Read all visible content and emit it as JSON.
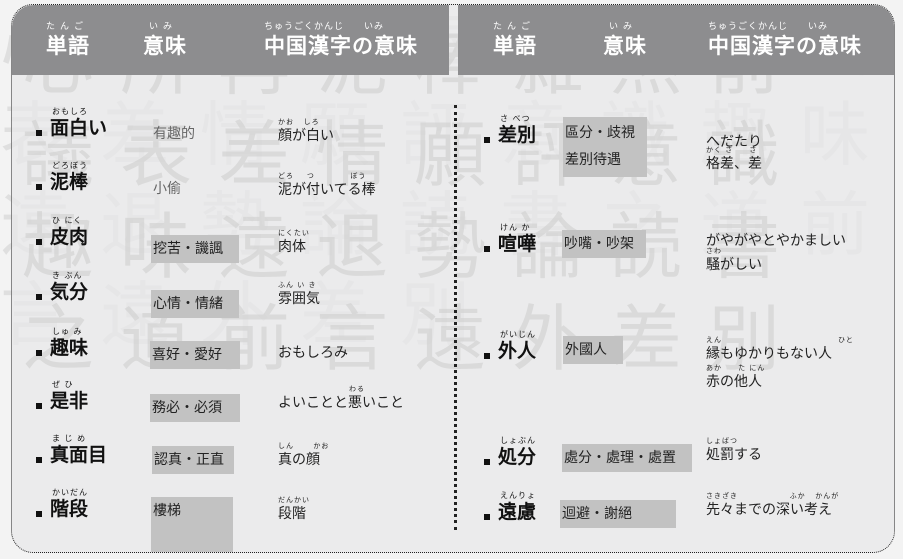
{
  "headers": {
    "word": {
      "ruby": "たんご",
      "label": "単語"
    },
    "meaning": {
      "ruby": "いみ",
      "label": "意味"
    },
    "chinese_meaning": {
      "ruby": "ちゅうごくかんじ　　いみ",
      "label": "中国漢字の意味"
    }
  },
  "colors": {
    "header_bg": "#8d8d8f",
    "highlight_bg": "#c2c2c2",
    "card_bg": "#e8e8e9"
  },
  "left_rows": [
    {
      "word": "面白い",
      "word_ruby": "おもしろ",
      "meaning": "有趣的",
      "highlighted": false,
      "cn_lines": [
        {
          "ruby": "かお   しろ",
          "text": "顔が白い"
        }
      ]
    },
    {
      "word": "泥棒",
      "word_ruby": "どろぼう",
      "meaning": "小偷",
      "highlighted": false,
      "cn_lines": [
        {
          "ruby": "どろ    つ           ぼう",
          "text": "泥が付いてる棒"
        }
      ]
    },
    {
      "word": "皮肉",
      "word_ruby": "ひ にく",
      "meaning": "挖苦・譏諷",
      "highlighted": true,
      "cn_lines": [
        {
          "ruby": "にくたい",
          "text": "肉体"
        }
      ]
    },
    {
      "word": "気分",
      "word_ruby": "き ぶん",
      "meaning": "心情・情緒",
      "highlighted": true,
      "cn_lines": [
        {
          "ruby": "ふん い き",
          "text": "雰囲気"
        }
      ]
    },
    {
      "word": "趣味",
      "word_ruby": "しゅ み",
      "meaning": "喜好・愛好",
      "highlighted": true,
      "cn_lines": [
        {
          "ruby": "",
          "text": "おもしろみ"
        }
      ]
    },
    {
      "word": "是非",
      "word_ruby": "ぜ ひ",
      "meaning": "務必・必須",
      "highlighted": true,
      "cn_lines": [
        {
          "ruby": "                      わる",
          "text": "よいことと悪いこと"
        }
      ]
    },
    {
      "word": "真面目",
      "word_ruby": "ま じ め",
      "meaning": "認真・正直",
      "highlighted": true,
      "cn_lines": [
        {
          "ruby": "しん      かお",
          "text": "真の顔"
        }
      ]
    },
    {
      "word": "階段",
      "word_ruby": "かいだん",
      "meaning": "樓梯",
      "highlighted": true,
      "tall": true,
      "cn_lines": [
        {
          "ruby": "だんかい",
          "text": "段階"
        }
      ]
    }
  ],
  "right_rows": [
    {
      "word": "差別",
      "word_ruby": "さ べつ",
      "meaning_lines": [
        "區分・歧視",
        "差別待遇"
      ],
      "highlighted": true,
      "cn_lines": [
        {
          "ruby": "",
          "text": "へだたり"
        },
        {
          "ruby": "かく さ     さ",
          "text": "格差、差"
        }
      ]
    },
    {
      "word": "喧嘩",
      "word_ruby": "けん か",
      "meaning_lines": [
        "吵嘴・吵架"
      ],
      "highlighted": true,
      "cn_lines": [
        {
          "ruby": "",
          "text": "がやがやとやかましい"
        },
        {
          "ruby": "さわ",
          "text": "騒がしい"
        }
      ]
    },
    {
      "word": "外人",
      "word_ruby": "がいじん",
      "meaning_lines": [
        "外國人"
      ],
      "highlighted": true,
      "cn_lines": [
        {
          "ruby": "えん                                    ひと",
          "text": "縁もゆかりもない人"
        },
        {
          "ruby": "あか     た にん",
          "text": "赤の他人"
        }
      ]
    },
    {
      "word": "処分",
      "word_ruby": "しょぶん",
      "meaning_lines": [
        "處分・處理・處置"
      ],
      "highlighted": true,
      "cn_lines": [
        {
          "ruby": "しょばつ",
          "text": "処罰する"
        }
      ]
    },
    {
      "word": "遠慮",
      "word_ruby": "えんりょ",
      "meaning_lines": [
        "迴避・謝絕"
      ],
      "highlighted": true,
      "cn_lines": [
        {
          "ruby": "さきざき                ふか   かんが",
          "text": "先々までの深い考え"
        }
      ]
    }
  ],
  "background_calligraphy": "心所再泥棒雜然前議表差情願評意識趣味遠退勢論読書之道前言遠外差別"
}
